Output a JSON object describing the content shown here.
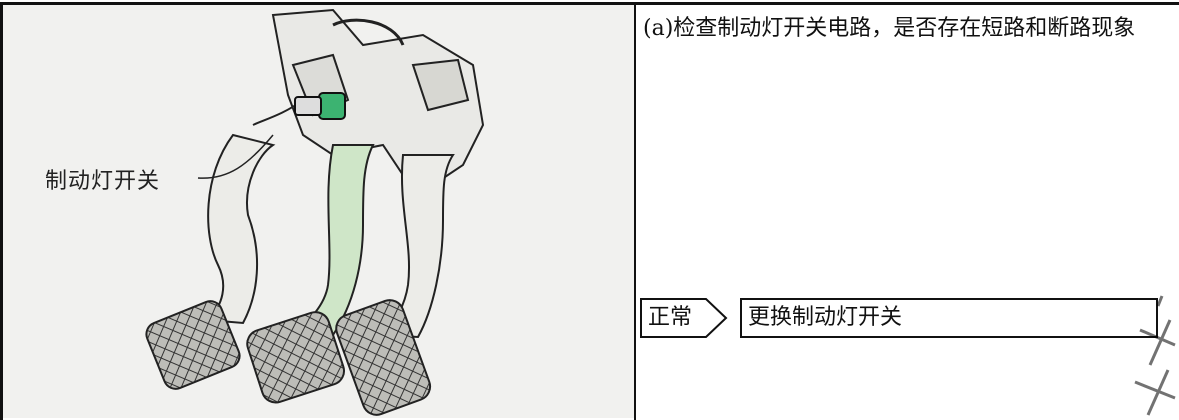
{
  "figure": {
    "callout_label": "制动灯开关"
  },
  "instruction": {
    "text": "(a)检查制动灯开关电路，是否存在短路和断路现象"
  },
  "flow": {
    "status_label": "正常",
    "action_label": "更换制动灯开关"
  },
  "colors": {
    "pedal_green": "#cfe6c8",
    "switch_green": "#3cb371",
    "line": "#111111"
  }
}
